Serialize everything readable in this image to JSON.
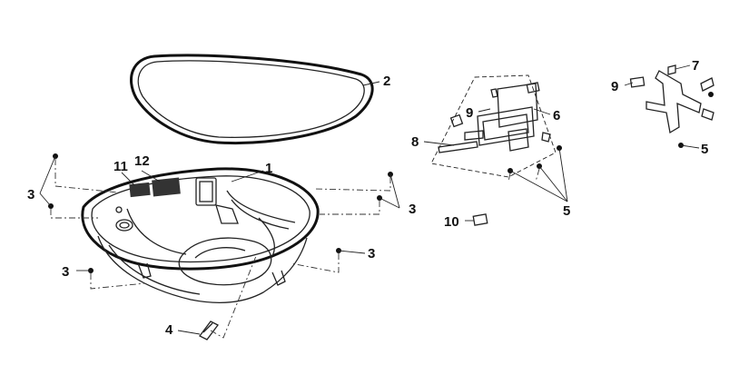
{
  "diagram": {
    "callouts": {
      "c1": "1",
      "c2": "2",
      "c3a": "3",
      "c3b": "3",
      "c3c": "3",
      "c3d": "3",
      "c4": "4",
      "c5a": "5",
      "c5b": "5",
      "c6": "6",
      "c7": "7",
      "c8": "8",
      "c9a": "9",
      "c9b": "9",
      "c10": "10",
      "c11": "11",
      "c12": "12"
    }
  }
}
